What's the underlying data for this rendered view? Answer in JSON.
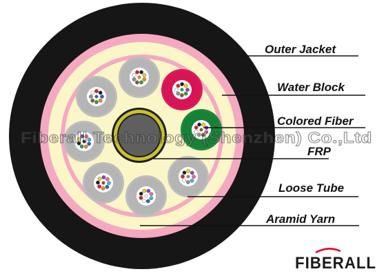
{
  "labels": {
    "outer_jacket": "Outer Jacket",
    "water_block": "Water Block",
    "colored_fiber": "Colored Fiber",
    "frp": "FRP",
    "loose_tube": "Loose Tube",
    "aramid_yarn": "Aramid Yarn"
  },
  "watermark": "Fiberall Technology (Shenzhen) Co.,Ltd",
  "logo": {
    "text": "FIBERALL",
    "accent_color": "#e4002b"
  },
  "colors": {
    "jacket": "#161616",
    "water_block": "#fbf6c8",
    "aramid_yarn": "#f4a9c1",
    "loose_tube": "#bdbdbd",
    "loose_tube_red": "#e0185a",
    "loose_tube_green": "#1b8a3c",
    "frp": "#5f5f5f",
    "frp_ring": "#c9c12a",
    "fiber_colors": [
      "#2f62c9",
      "#ef8a1c",
      "#2f9e45",
      "#8a5a2b",
      "#909090",
      "#ffffff",
      "#d8232a",
      "#1d1d1d",
      "#f0d21f",
      "#8b44b0",
      "#e86ba8",
      "#3fb6d6"
    ]
  }
}
